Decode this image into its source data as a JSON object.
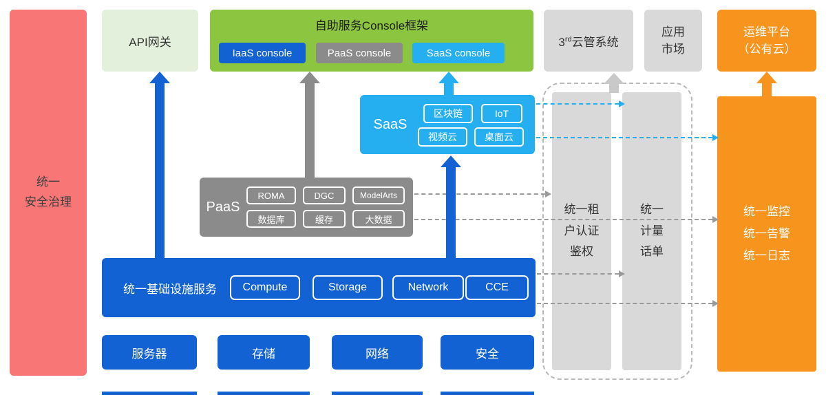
{
  "left_bar": {
    "label": "统一\n安全治理"
  },
  "top": {
    "api_gateway": {
      "label": "API网关"
    },
    "console_frame": {
      "title": "自助服务Console框架",
      "items": [
        {
          "label": "IaaS console"
        },
        {
          "label": "PaaS console"
        },
        {
          "label": "SaaS console"
        }
      ]
    },
    "third_party": {
      "prefix": "3",
      "sup": "rd",
      "rest": "云管系统"
    },
    "app_market": {
      "label": "应用\n市场"
    },
    "ops_platform": {
      "label": "运维平台\n（公有云）"
    }
  },
  "layers": {
    "saas": {
      "title": "SaaS",
      "items": [
        "区块链",
        "IoT",
        "视频云",
        "桌面云"
      ]
    },
    "paas": {
      "title": "PaaS",
      "items": [
        "ROMA",
        "DGC",
        "ModelArts",
        "数据库",
        "缓存",
        "大数据"
      ]
    },
    "iaas": {
      "title": "统一基础设施服务",
      "items": [
        "Compute",
        "Storage",
        "Network",
        "CCE"
      ]
    },
    "hardware": [
      "服务器",
      "存储",
      "网络",
      "安全"
    ]
  },
  "right_rails": {
    "auth": {
      "label": "统一租\n户认证\n鉴权"
    },
    "billing": {
      "label": "统一\n计量\n话单"
    },
    "monitoring": {
      "label": "统一监控\n统一告警\n统一日志"
    }
  },
  "colors": {
    "blue": "#1262D4",
    "cyan": "#26AFF0",
    "gray": "#8B8B8B",
    "light_gray": "#D9D9D9",
    "green": "#8CC540",
    "light_green": "#E2F0DC",
    "orange": "#F7941E",
    "red": "#F87676"
  }
}
